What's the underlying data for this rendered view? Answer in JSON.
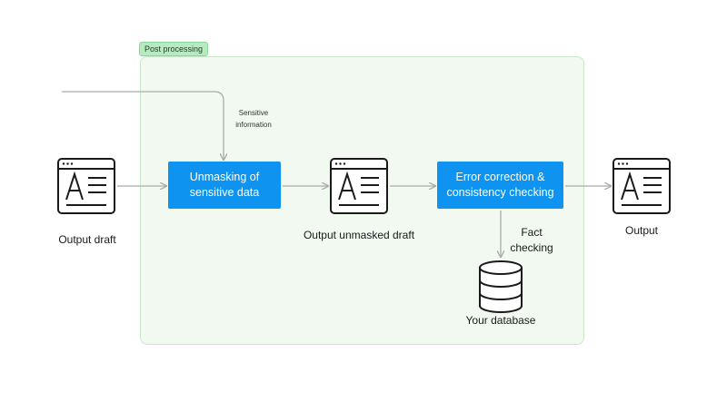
{
  "region": {
    "label": "Post processing"
  },
  "nodes": {
    "input_doc_label": "Output draft",
    "unmask_process": "Unmasking of\nsensitive data",
    "unmasked_doc_label": "Output unmasked draft",
    "correction_process": "Error correction &\nconsistency checking",
    "output_doc_label": "Output",
    "database_label": "Your database"
  },
  "edge_labels": {
    "sensitive": "Sensitive\ninformation",
    "fact_checking": "Fact\nchecking"
  },
  "icons": [
    "document-icon",
    "database-icon",
    "arrow-icon"
  ],
  "colors": {
    "process_fill": "#0e94f0",
    "region_fill": "#f1f9f1",
    "region_tag": "#b6ebc0",
    "connector": "#aaaaaa"
  }
}
